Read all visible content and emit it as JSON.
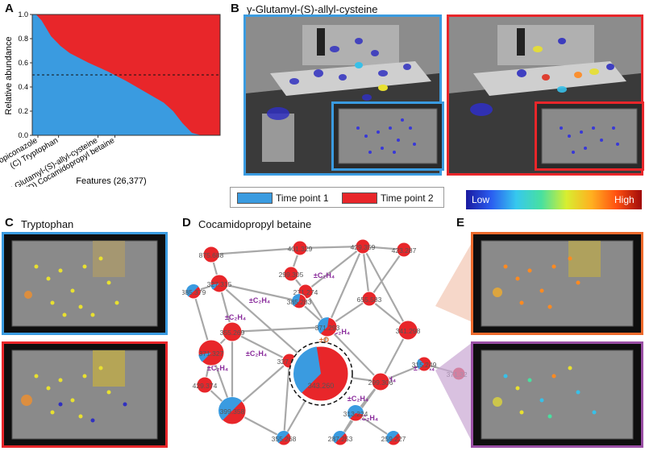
{
  "panels": {
    "a": {
      "letter": "A"
    },
    "b": {
      "letter": "B",
      "title": "γ-Glutamyl-(S)-allyl-cysteine"
    },
    "c": {
      "letter": "C",
      "title": "Tryptophan"
    },
    "d": {
      "letter": "D",
      "title": "Cocamidopropyl betaine"
    },
    "e": {
      "letter": "E"
    }
  },
  "legend": {
    "time1": "Time point 1",
    "time2": "Time point 2",
    "time1_color": "#3a9be0",
    "time2_color": "#e8262a"
  },
  "colorbar": {
    "low": "Low",
    "high": "High"
  },
  "chart_data": [
    {
      "type": "area",
      "ylabel": "Relative abundance",
      "xlabel": "Features (26,377)",
      "ylim": [
        0.0,
        1.0
      ],
      "yticks": [
        "0.0",
        "0.2",
        "0.4",
        "0.6",
        "0.8",
        "1.0"
      ],
      "reference_line": 0.5,
      "x_feature_labels": [
        "Propiconazole",
        "(C) Tryptophan",
        "(B) γ-Glutamyl-(S)-allyl-cysteine",
        "(D) Cocamidopropyl betaine"
      ],
      "x_feature_positions": [
        0.03,
        0.14,
        0.35,
        0.44
      ],
      "series": [
        {
          "name": "Time point 1",
          "color": "#3a9be0",
          "x": [
            0.0,
            0.02,
            0.05,
            0.1,
            0.15,
            0.2,
            0.3,
            0.4,
            0.5,
            0.6,
            0.7,
            0.75,
            0.8,
            0.85,
            0.9,
            1.0
          ],
          "y": [
            1.0,
            1.0,
            0.95,
            0.82,
            0.74,
            0.68,
            0.6,
            0.53,
            0.45,
            0.36,
            0.27,
            0.2,
            0.1,
            0.02,
            0.0,
            0.0
          ]
        },
        {
          "name": "Time point 2",
          "color": "#e8262a"
        }
      ]
    },
    {
      "type": "network",
      "center_node": {
        "label": "343.260",
        "time1_fraction": 0.35
      },
      "nodes": [
        {
          "id": "n1",
          "label": "875.688",
          "time1_fraction": 0.0
        },
        {
          "id": "n2",
          "label": "401.329",
          "time1_fraction": 0.0
        },
        {
          "id": "n3",
          "label": "429.359",
          "time1_fraction": 0.0
        },
        {
          "id": "n4",
          "label": "423.287",
          "time1_fraction": 0.0
        },
        {
          "id": "n5",
          "label": "299.305",
          "time1_fraction": 0.0
        },
        {
          "id": "n6",
          "label": "327.315",
          "time1_fraction": 0.1
        },
        {
          "id": "n7",
          "label": "385.379",
          "time1_fraction": 0.5
        },
        {
          "id": "n8",
          "label": "271.274",
          "time1_fraction": 0.0
        },
        {
          "id": "n9",
          "label": "385.283",
          "time1_fraction": 0.4
        },
        {
          "id": "n10",
          "label": "655.583",
          "time1_fraction": 0.0
        },
        {
          "id": "n11",
          "label": "341.298",
          "time1_fraction": 0.0
        },
        {
          "id": "n12",
          "label": "371.293",
          "time1_fraction": 0.4
        },
        {
          "id": "n13",
          "label": "355.269",
          "time1_fraction": 0.0
        },
        {
          "id": "n14",
          "label": "371.327",
          "time1_fraction": 0.1
        },
        {
          "id": "n15",
          "label": "327.247",
          "time1_fraction": 0.0
        },
        {
          "id": "n16",
          "label": "315.249",
          "time1_fraction": 0.25
        },
        {
          "id": "n17",
          "label": "371.321",
          "time1_fraction": 0.0
        },
        {
          "id": "n18",
          "label": "429.374",
          "time1_fraction": 0.0
        },
        {
          "id": "n19",
          "label": "299.306",
          "time1_fraction": 0.0
        },
        {
          "id": "n20",
          "label": "313.224",
          "time1_fraction": 0.65
        },
        {
          "id": "n21",
          "label": "399.358",
          "time1_fraction": 0.5
        },
        {
          "id": "n22",
          "label": "287.253",
          "time1_fraction": 0.5
        },
        {
          "id": "n23",
          "label": "259.227",
          "time1_fraction": 0.5
        },
        {
          "id": "n24",
          "label": "355.268",
          "time1_fraction": 0.5
        }
      ],
      "edge_labels": [
        "±C₂H₄",
        "±C₂H₄",
        "±C₂H₄",
        "±C₂H₄",
        "±C₂H₄",
        "±C₂H₄",
        "±C₂H₄",
        "±C₂H₄",
        "±C₂H₄",
        "±C₂H₄",
        "±O"
      ]
    },
    {
      "type": "heatmap",
      "colorbar": [
        "#1a1aa0",
        "#2a5df0",
        "#36c8ee",
        "#48e0a0",
        "#d8ee30",
        "#ffb020",
        "#ff5010",
        "#a00a0a"
      ]
    }
  ]
}
